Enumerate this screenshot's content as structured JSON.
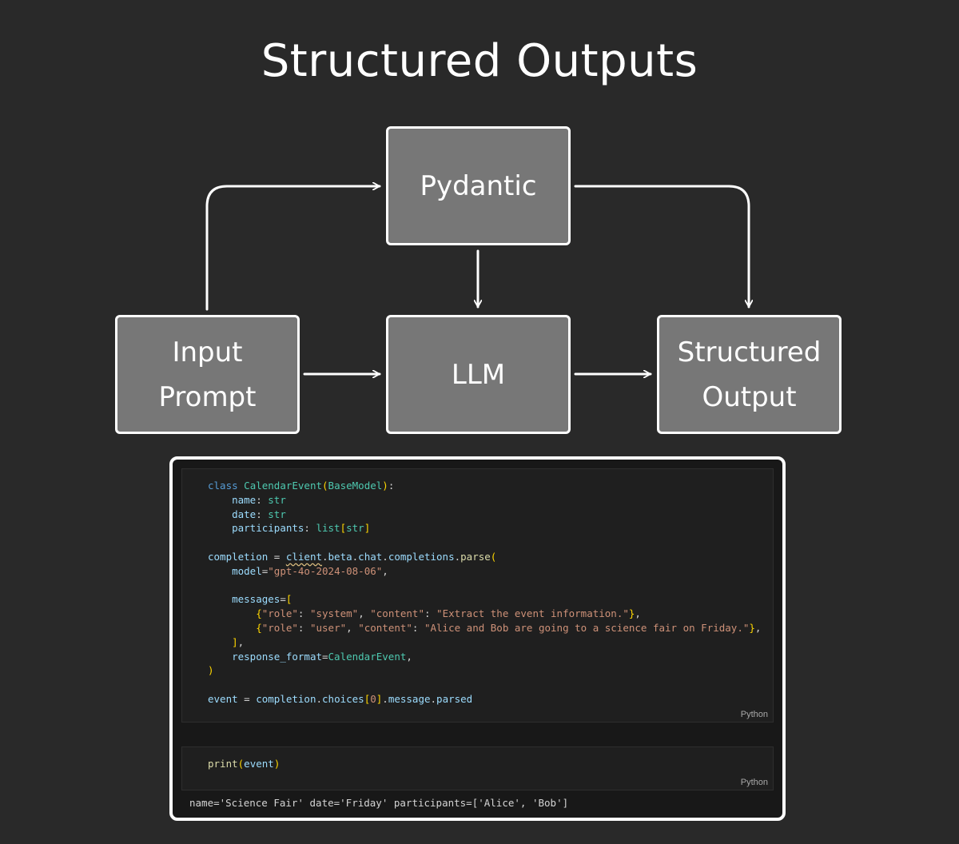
{
  "title": "Structured Outputs",
  "nodes": {
    "pydantic": "Pydantic",
    "input_line1": "Input",
    "input_line2": "Prompt",
    "llm": "LLM",
    "output_line1": "Structured",
    "output_line2": "Output"
  },
  "edges": [
    {
      "from": "Input Prompt",
      "to": "Pydantic"
    },
    {
      "from": "Input Prompt",
      "to": "LLM"
    },
    {
      "from": "Pydantic",
      "to": "LLM"
    },
    {
      "from": "Pydantic",
      "to": "Structured Output"
    },
    {
      "from": "LLM",
      "to": "Structured Output"
    }
  ],
  "code_cell_1": {
    "lines": [
      "class CalendarEvent(BaseModel):",
      "    name: str",
      "    date: str",
      "    participants: list[str]",
      "",
      "completion = client.beta.chat.completions.parse(",
      "    model=\"gpt-4o-2024-08-06\",",
      "",
      "    messages=[",
      "        {\"role\": \"system\", \"content\": \"Extract the event information.\"},",
      "        {\"role\": \"user\", \"content\": \"Alice and Bob are going to a science fair on Friday.\"},",
      "    ],",
      "    response_format=CalendarEvent,",
      ")",
      "",
      "event = completion.choices[0].message.parsed"
    ],
    "language": "Python"
  },
  "code_cell_2": {
    "lines": [
      "print(event)"
    ],
    "language": "Python"
  },
  "output_text": "name='Science Fair' date='Friday' participants=['Alice', 'Bob']"
}
